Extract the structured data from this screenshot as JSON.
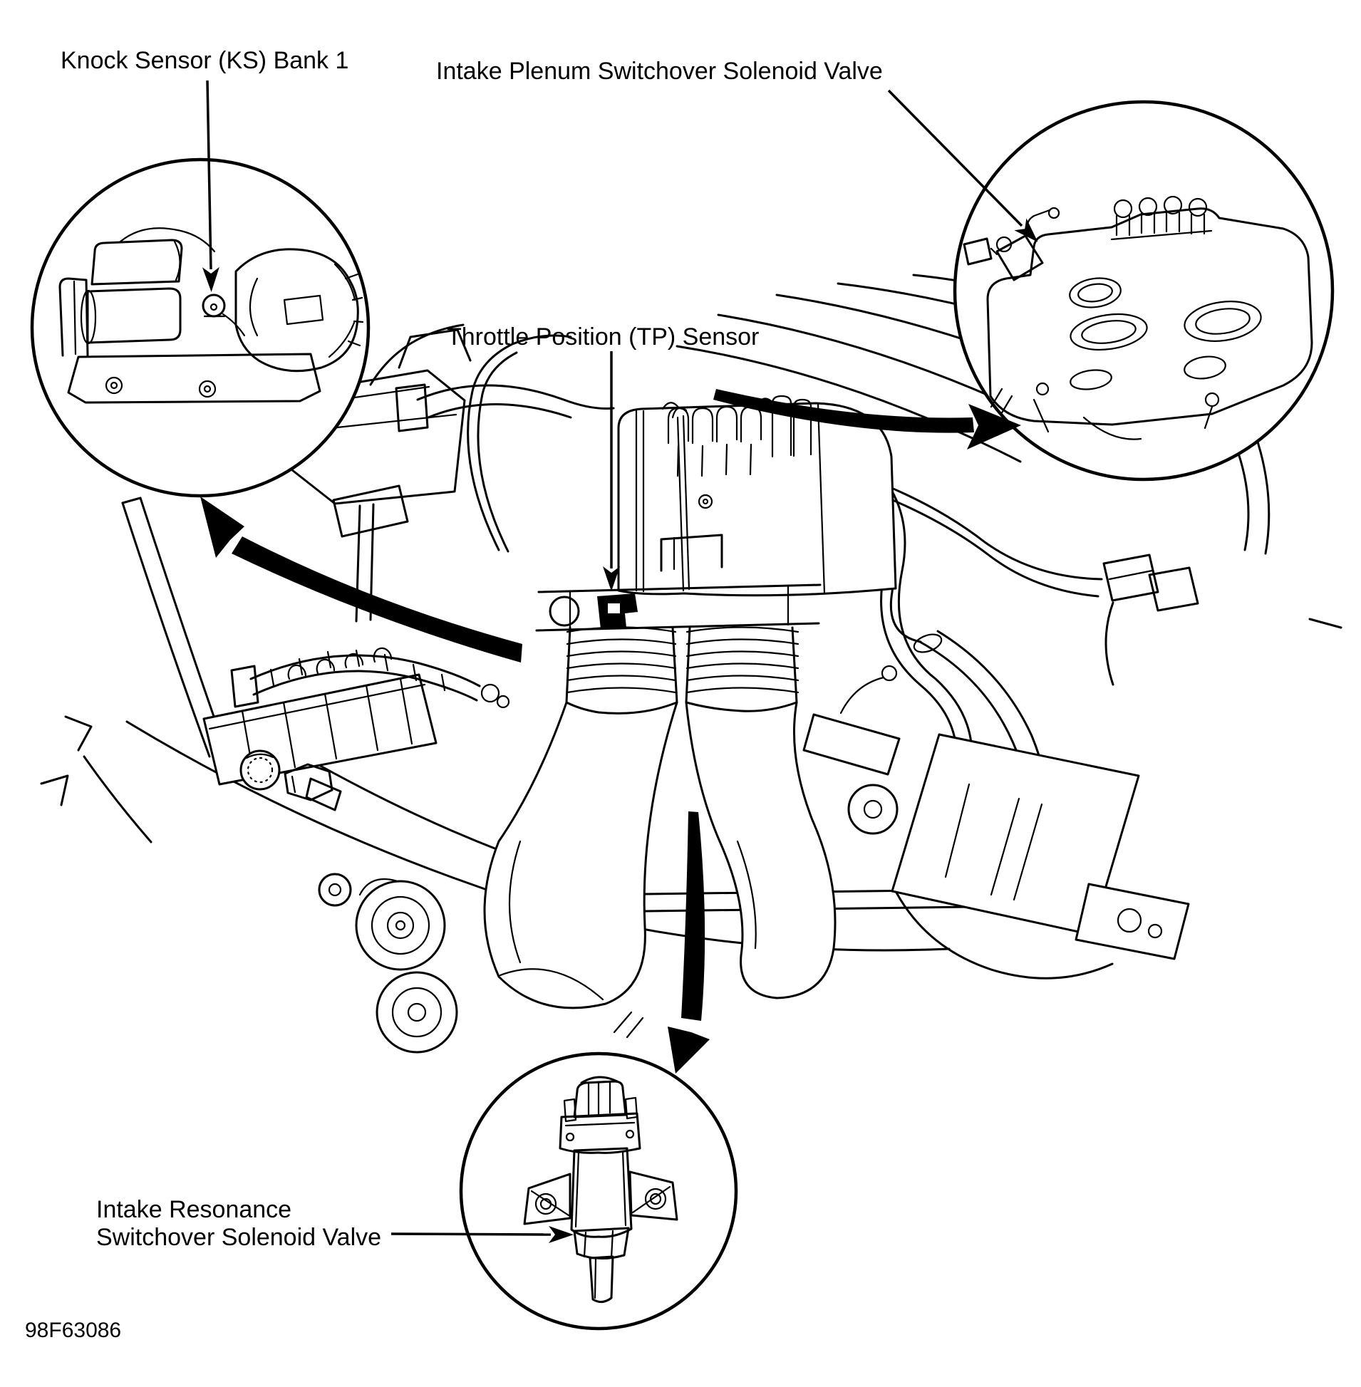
{
  "colors": {
    "ink": "#000000",
    "paper": "#ffffff"
  },
  "labels": {
    "knock_sensor": "Knock Sensor (KS) Bank 1",
    "intake_plenum_valve": "Intake Plenum Switchover Solenoid Valve",
    "throttle_position": "Throttle Position (TP) Sensor",
    "intake_resonance_line1": "Intake Resonance",
    "intake_resonance_line2": "Switchover Solenoid Valve"
  },
  "figure": {
    "id": "98F63086"
  }
}
